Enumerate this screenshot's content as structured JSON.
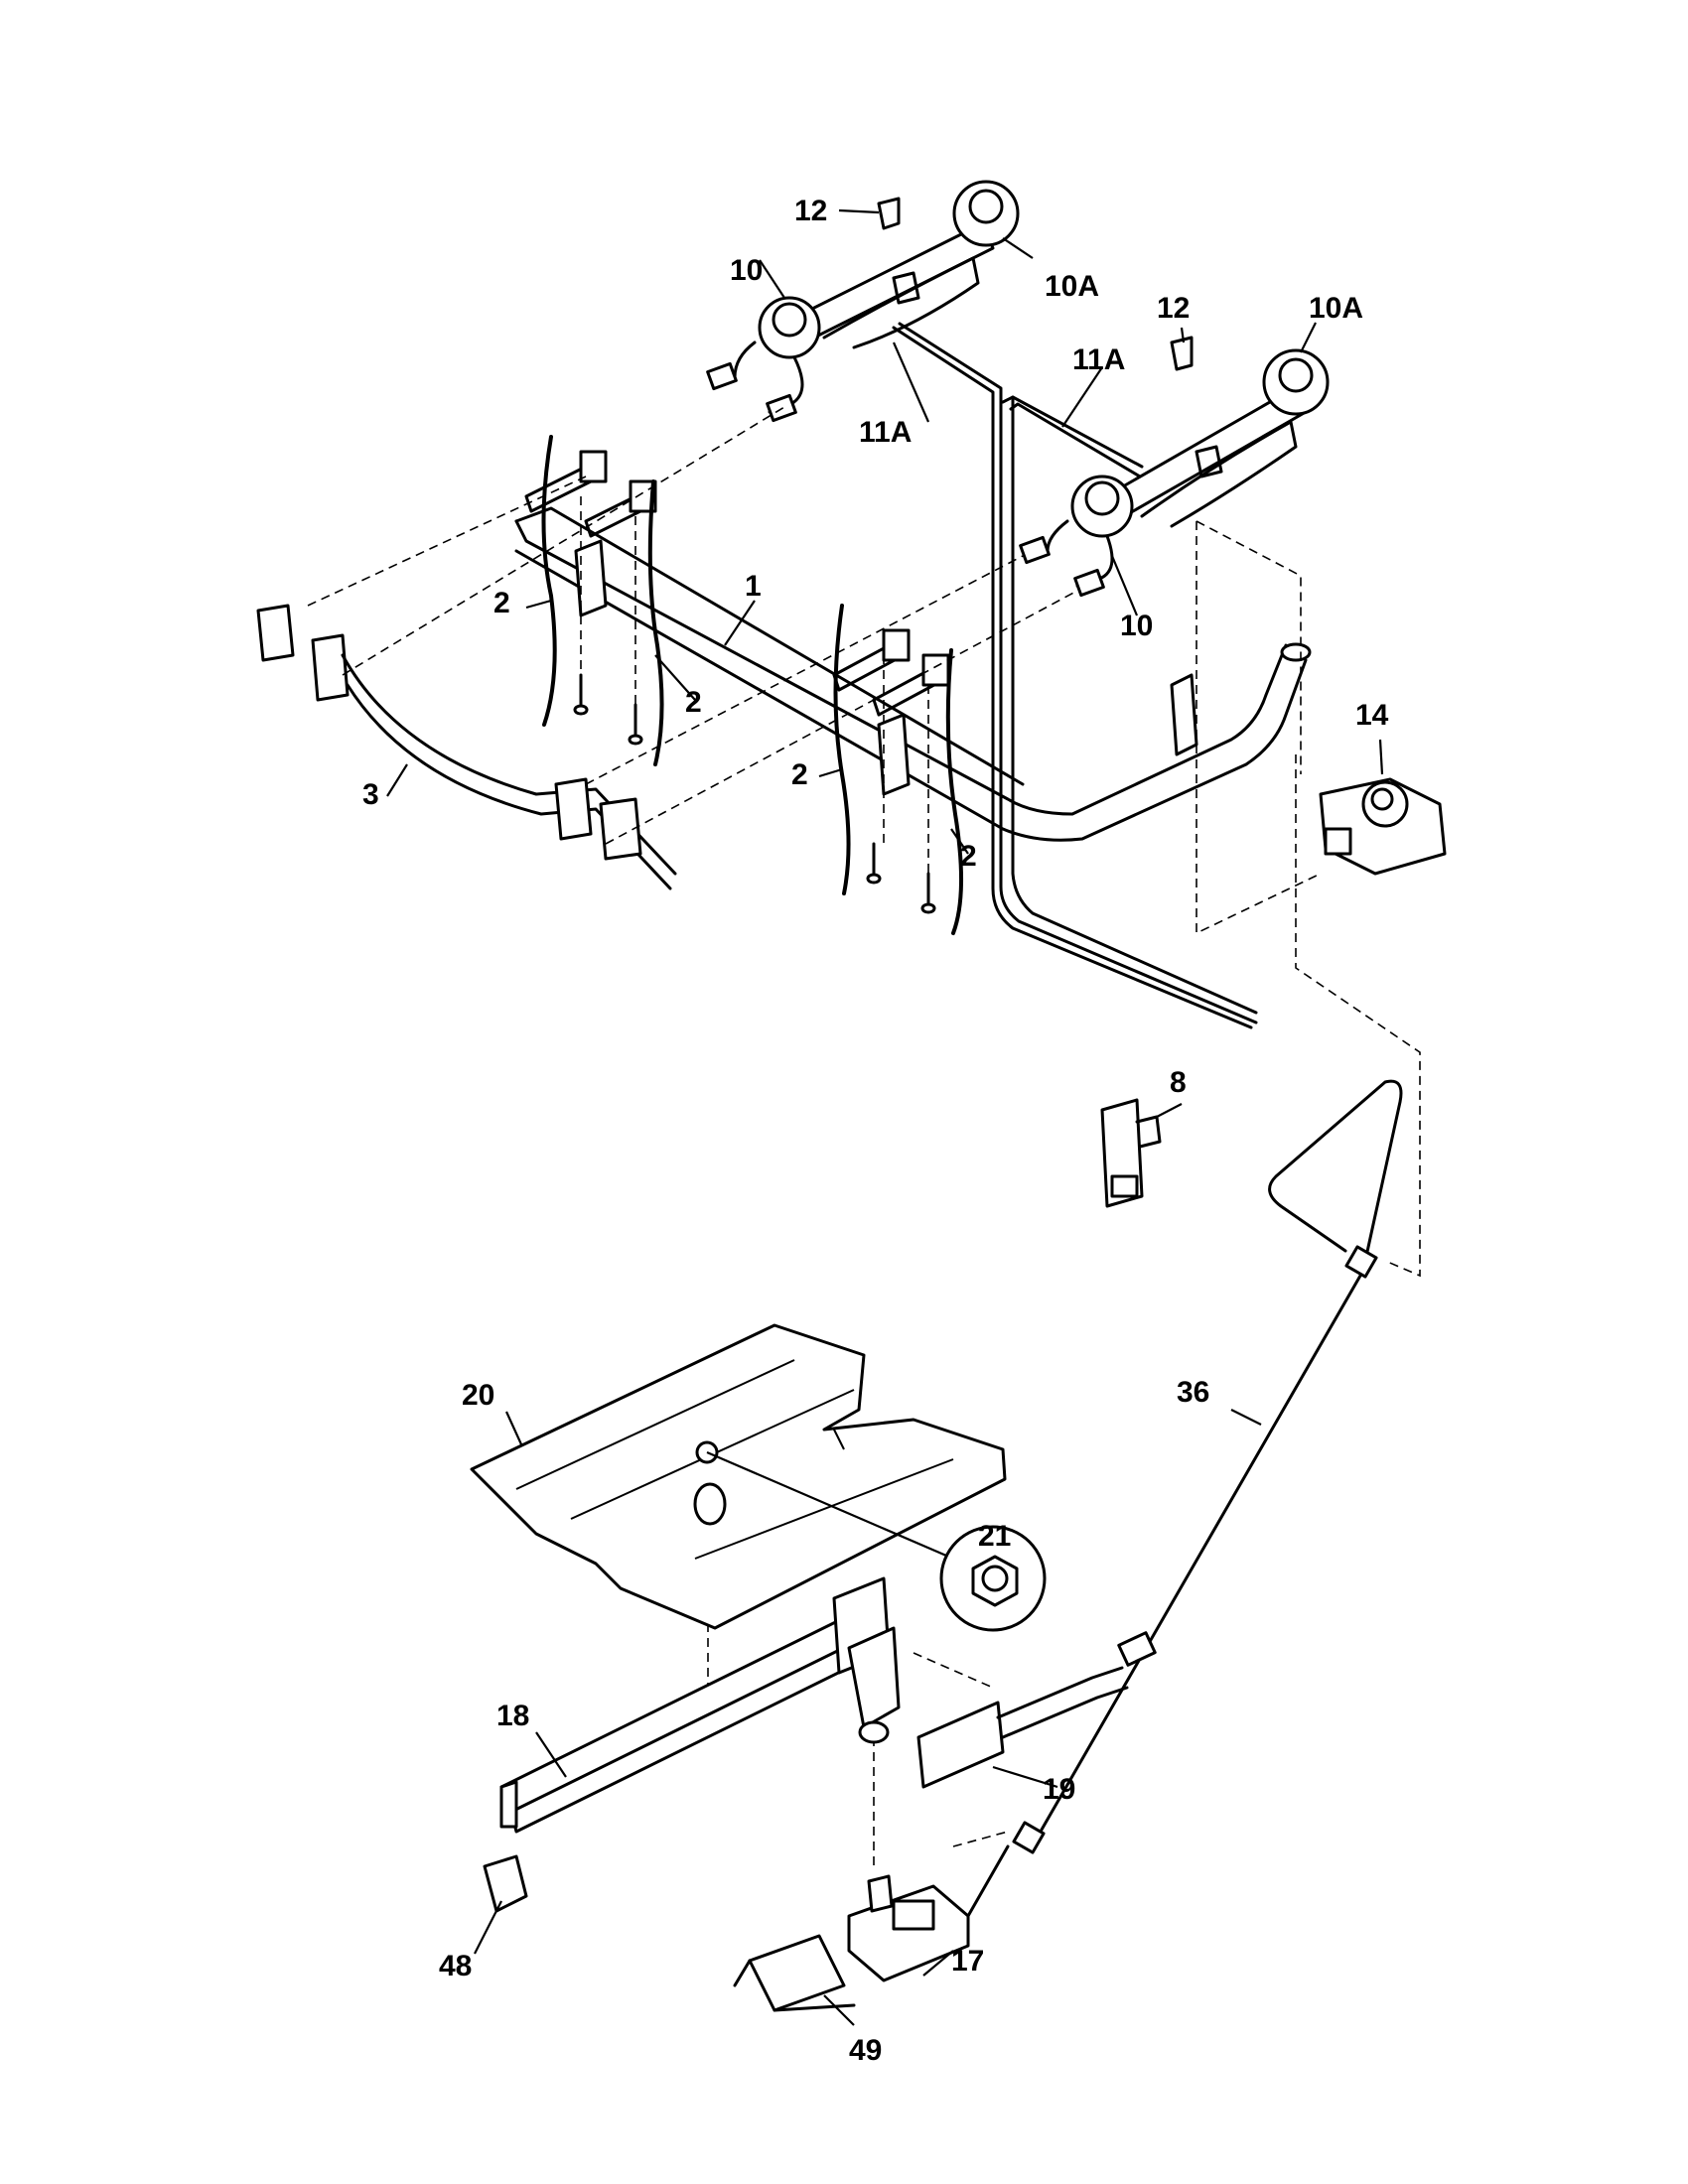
{
  "callouts": {
    "c1": "1",
    "c2a": "2",
    "c2b": "2",
    "c2c": "2",
    "c2d": "2",
    "c3": "3",
    "c8": "8",
    "c10a": "10",
    "c10b": "10",
    "c10Aa": "10A",
    "c10Ab": "10A",
    "c11Aa": "11A",
    "c11Ab": "11A",
    "c12a": "12",
    "c12b": "12",
    "c14": "14",
    "c17": "17",
    "c18": "18",
    "c19": "19",
    "c20": "20",
    "c21": "21",
    "c36": "36",
    "c48": "48",
    "c49": "49"
  }
}
